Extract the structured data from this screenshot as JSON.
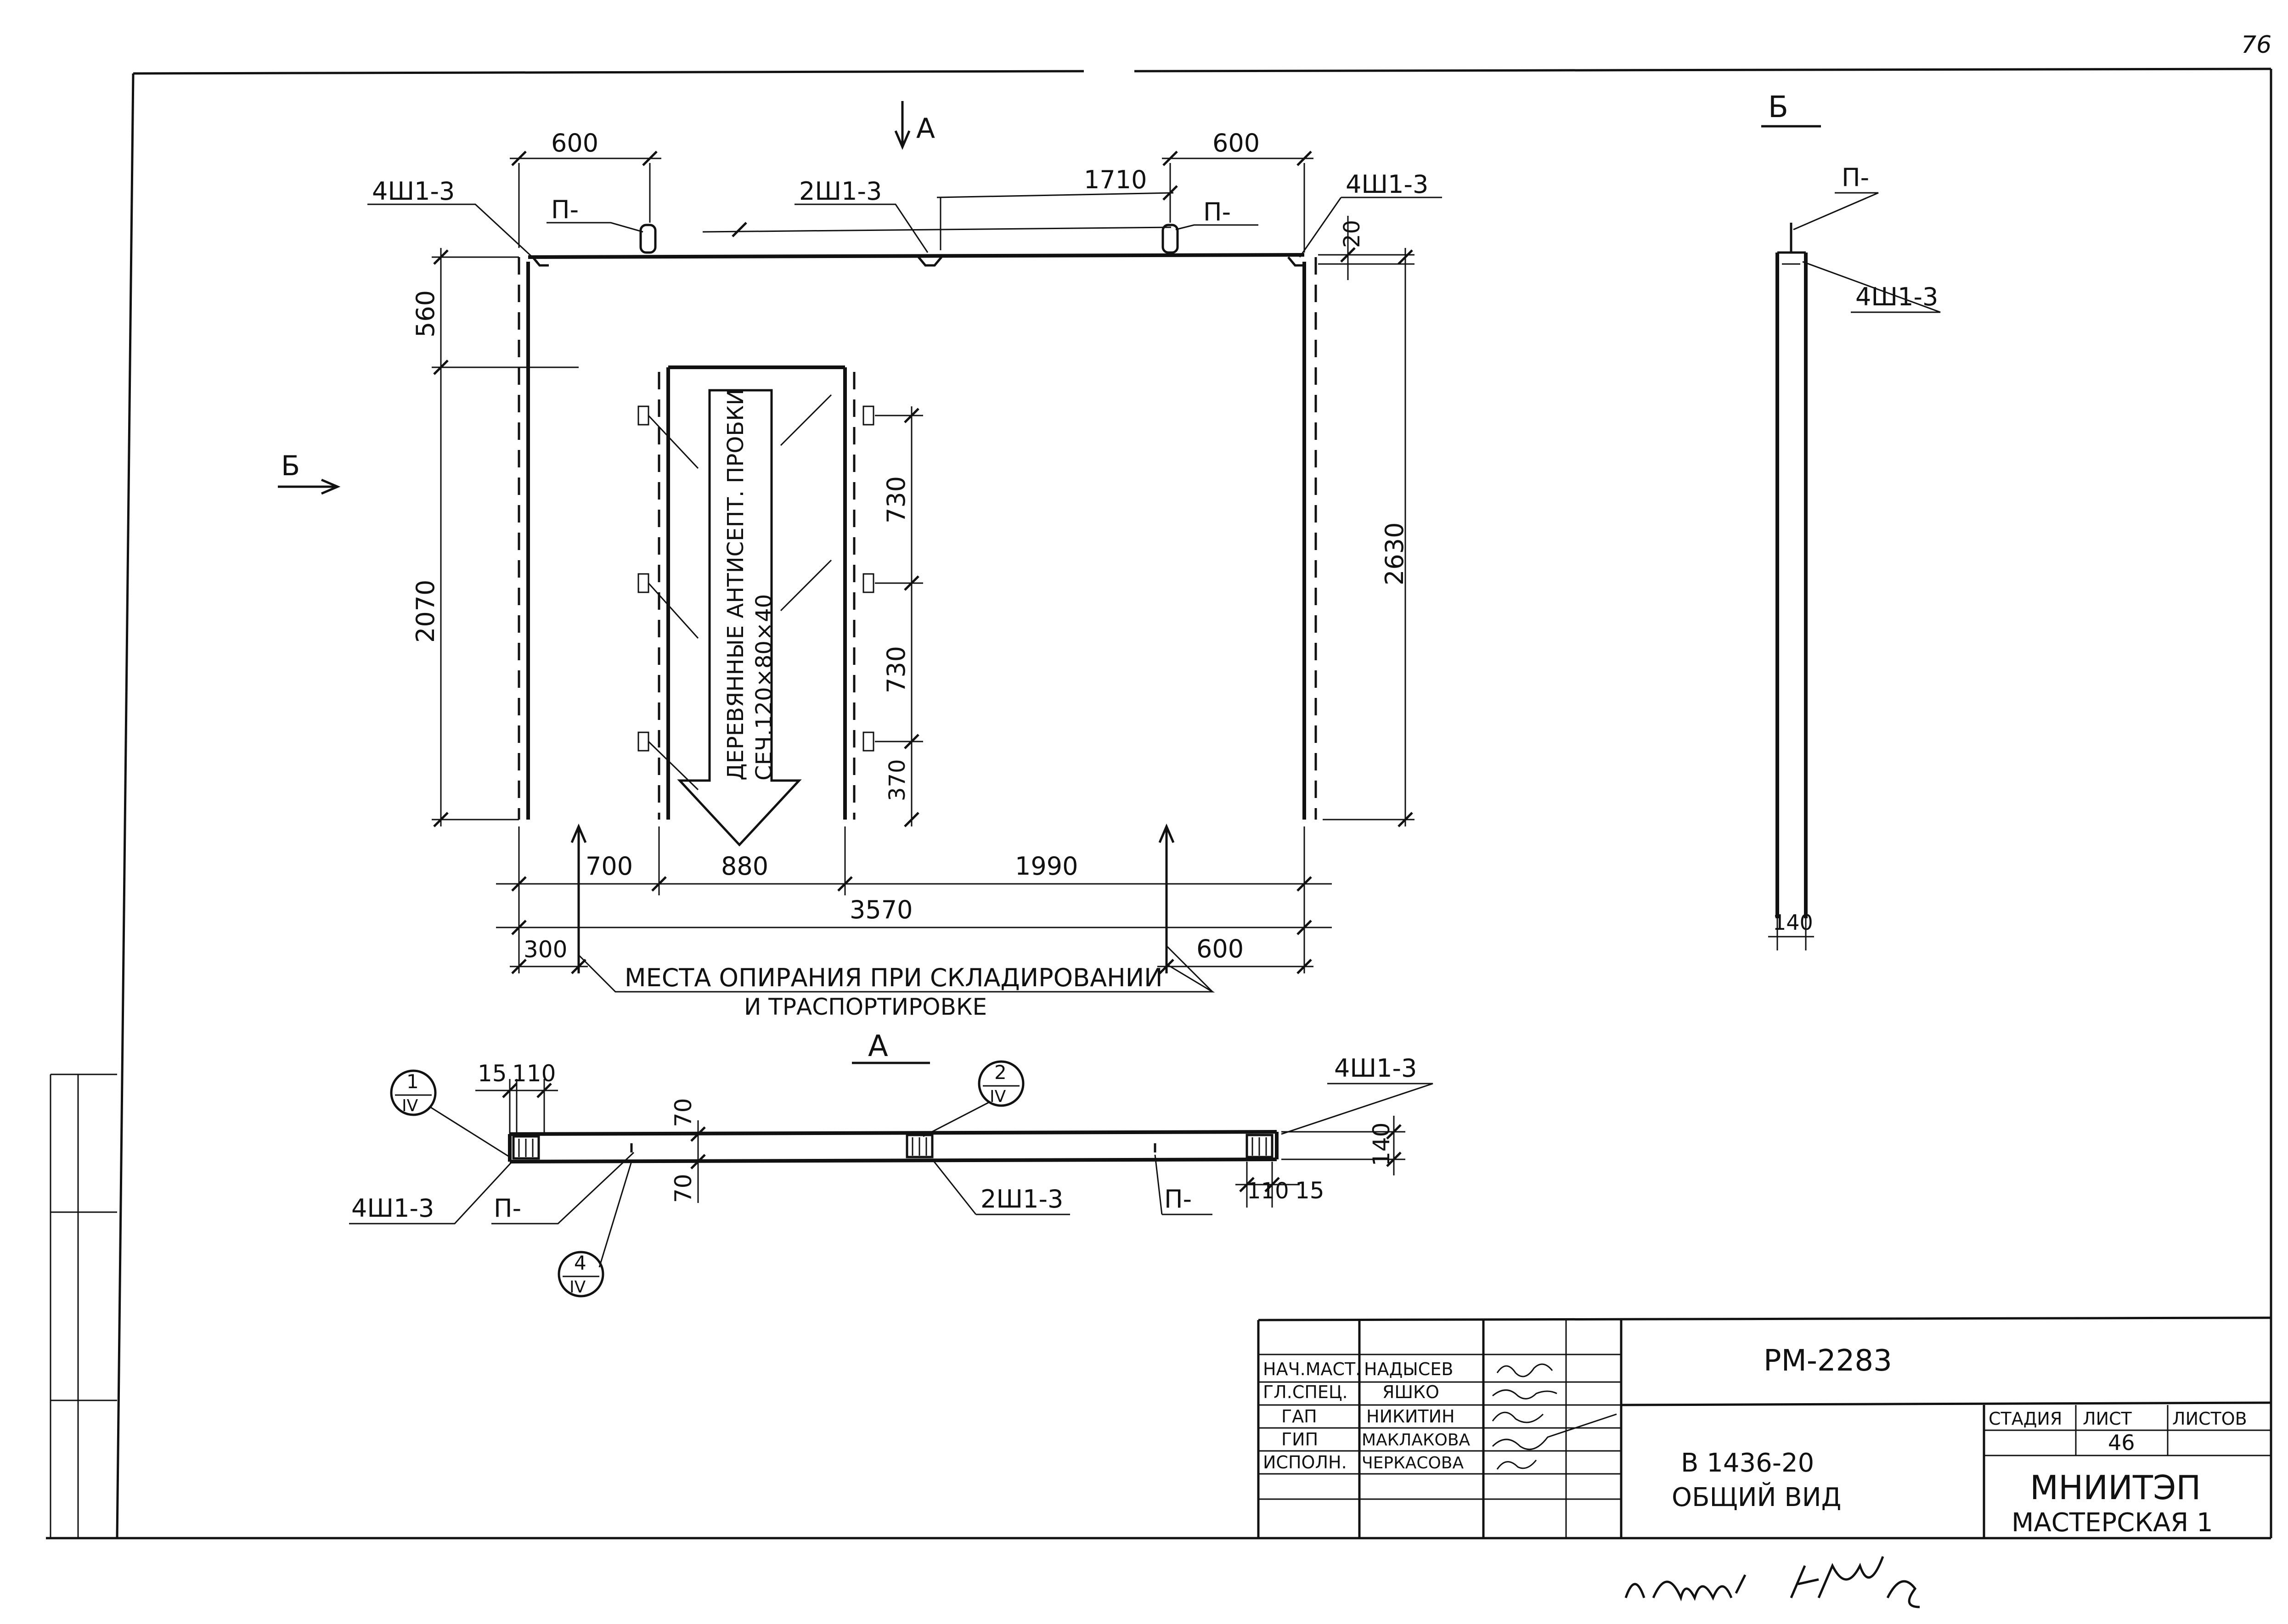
{
  "page_number": "76",
  "views": {
    "section_a_mark": "A",
    "section_b_mark": "Б",
    "section_b_title": "Б",
    "section_a_title": "А"
  },
  "elevation": {
    "dims": {
      "left_600": "600",
      "right_600": "600",
      "span_1710": "1710",
      "top_20": "20",
      "h_560": "560",
      "h_2070": "2070",
      "h_2630": "2630",
      "h_730a": "730",
      "h_730b": "730",
      "h_370": "370",
      "w_700": "700",
      "w_880": "880",
      "w_1990": "1990",
      "w_3570": "3570",
      "w_300": "300",
      "w_600_bottom": "600"
    },
    "labels": {
      "anchor_left": "4Ш1-3",
      "anchor_mid": "2Ш1-3",
      "anchor_right": "4Ш1-3",
      "loop_left": "П-",
      "loop_right": "П-",
      "wood_note_line1": "ДЕРЕВЯННЫЕ АНТИСЕПТ. ПРОБКИ",
      "wood_note_line2": "СЕЧ.120×80×40",
      "support_note_line1": "МЕСТА ОПИРАНИЯ ПРИ СКЛАДИРОВАНИИ",
      "support_note_line2": "И ТРАСПОРТИРОВКЕ"
    }
  },
  "side_view": {
    "loop_label": "П-",
    "anchor_label": "4Ш1-3",
    "thickness_dim": "140"
  },
  "plan_view": {
    "dims": {
      "d15_left": "15",
      "d110_left": "110",
      "d70_top": "70",
      "d70_bottom": "70",
      "d140": "140",
      "d110_right": "110",
      "d15_right": "15"
    },
    "labels": {
      "anchor_top_right": "4Ш1-3",
      "anchor_left": "4Ш1-3",
      "loop_left": "П-",
      "anchor_mid": "2Ш1-3",
      "loop_right": "П-"
    },
    "callouts": [
      {
        "num": "1",
        "sheet": "IV"
      },
      {
        "num": "2",
        "sheet": "IV"
      },
      {
        "num": "4",
        "sheet": "IV"
      }
    ]
  },
  "title_block": {
    "doc_code": "РМ-2283",
    "roles": [
      "НАЧ.МАСТ.",
      "ГЛ.СПЕЦ.",
      "ГАП",
      "ГИП",
      "ИСПОЛН."
    ],
    "names": [
      "НАДЫСЕВ",
      "ЯШКО",
      "НИКИТИН",
      "МАКЛАКОВА",
      "ЧЕРКАСОВА"
    ],
    "product": "В 1436-20",
    "sheet_title": "ОБЩИЙ ВИД",
    "stage_label": "СТАДИЯ",
    "sheet_label": "ЛИСТ",
    "sheets_label": "ЛИСТОВ",
    "sheet_no": "46",
    "org_name": "МНИИТЭП",
    "org_unit": "МАСТЕРСКАЯ 1"
  }
}
